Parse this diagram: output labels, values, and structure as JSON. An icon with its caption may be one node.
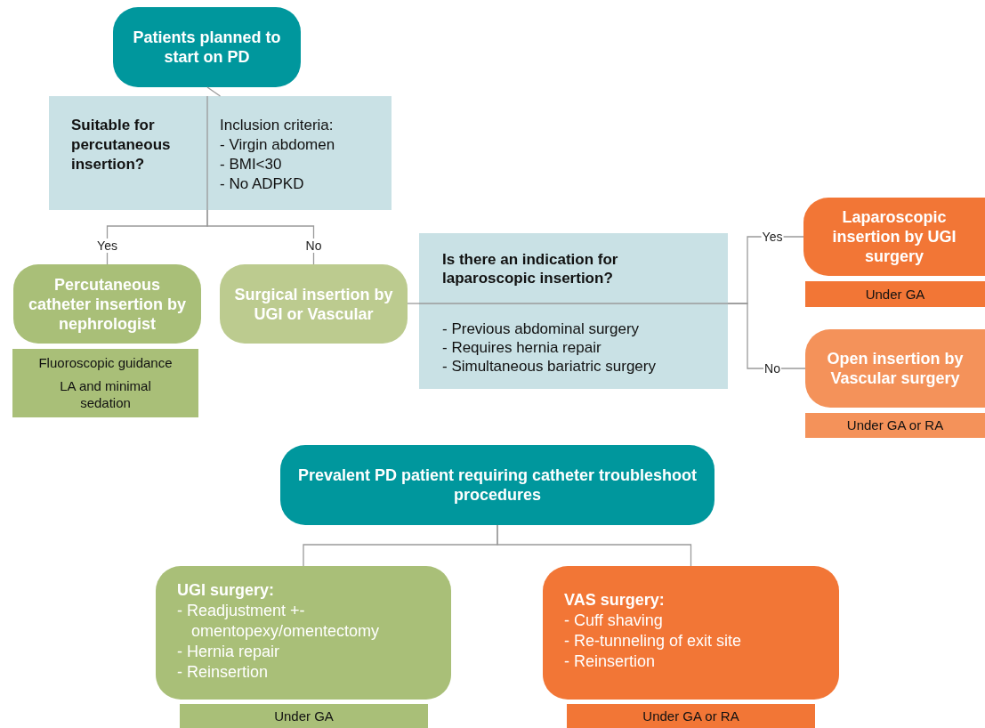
{
  "diagram": {
    "nodes": [
      {
        "text": [
          "Patients planned to start on PD"
        ]
      },
      {
        "text": [
          "Suitable for percutaneous insertion?",
          "Inclusion criteria:",
          "- Virgin abdomen",
          "- BMI<30",
          "- No ADPKD"
        ]
      },
      {
        "text": [
          "Percutaneous catheter insertion by nephrologist"
        ]
      },
      {
        "text": [
          "Fluoroscopic guidance",
          "LA and minimal sedation"
        ]
      },
      {
        "text": [
          "Surgical insertion by UGI or Vascular"
        ]
      },
      {
        "text": [
          "Is there an indication for laparoscopic insertion?",
          "- Previous abdominal surgery",
          "- Requires hernia repair",
          "- Simultaneous bariatric surgery"
        ]
      },
      {
        "text": [
          "Laparoscopic insertion by UGI surgery"
        ]
      },
      {
        "text": [
          "Under GA"
        ]
      },
      {
        "text": [
          "Open insertion by Vascular surgery"
        ]
      },
      {
        "text": [
          "Under GA or RA"
        ]
      },
      {
        "text": [
          "Prevalent PD patient requiring catheter troubleshoot procedures"
        ]
      },
      {
        "text": [
          "UGI surgery:",
          "- Readjustment +- omentopexy/omentectomy",
          "- Hernia repair",
          "- Reinsertion"
        ]
      },
      {
        "text": [
          "Under GA"
        ]
      },
      {
        "text": [
          "VAS surgery:",
          "- Cuff shaving",
          "- Re-tunneling of exit site",
          "- Reinsertion"
        ]
      },
      {
        "text": [
          "Under GA or RA"
        ]
      }
    ],
    "edges": [
      {
        "from": 0,
        "to": 1,
        "arrow": "none"
      },
      {
        "from": 1,
        "to": 2,
        "arrow": "none",
        "label": "Yes"
      },
      {
        "from": 1,
        "to": 4,
        "arrow": "none",
        "label": "No"
      },
      {
        "from": 4,
        "to": 5,
        "arrow": "none"
      },
      {
        "from": 5,
        "to": 6,
        "arrow": "none",
        "label": "Yes"
      },
      {
        "from": 5,
        "to": 8,
        "arrow": "none",
        "label": "No"
      },
      {
        "from": 10,
        "to": 11,
        "arrow": "none"
      },
      {
        "from": 10,
        "to": 13,
        "arrow": "none"
      }
    ]
  }
}
